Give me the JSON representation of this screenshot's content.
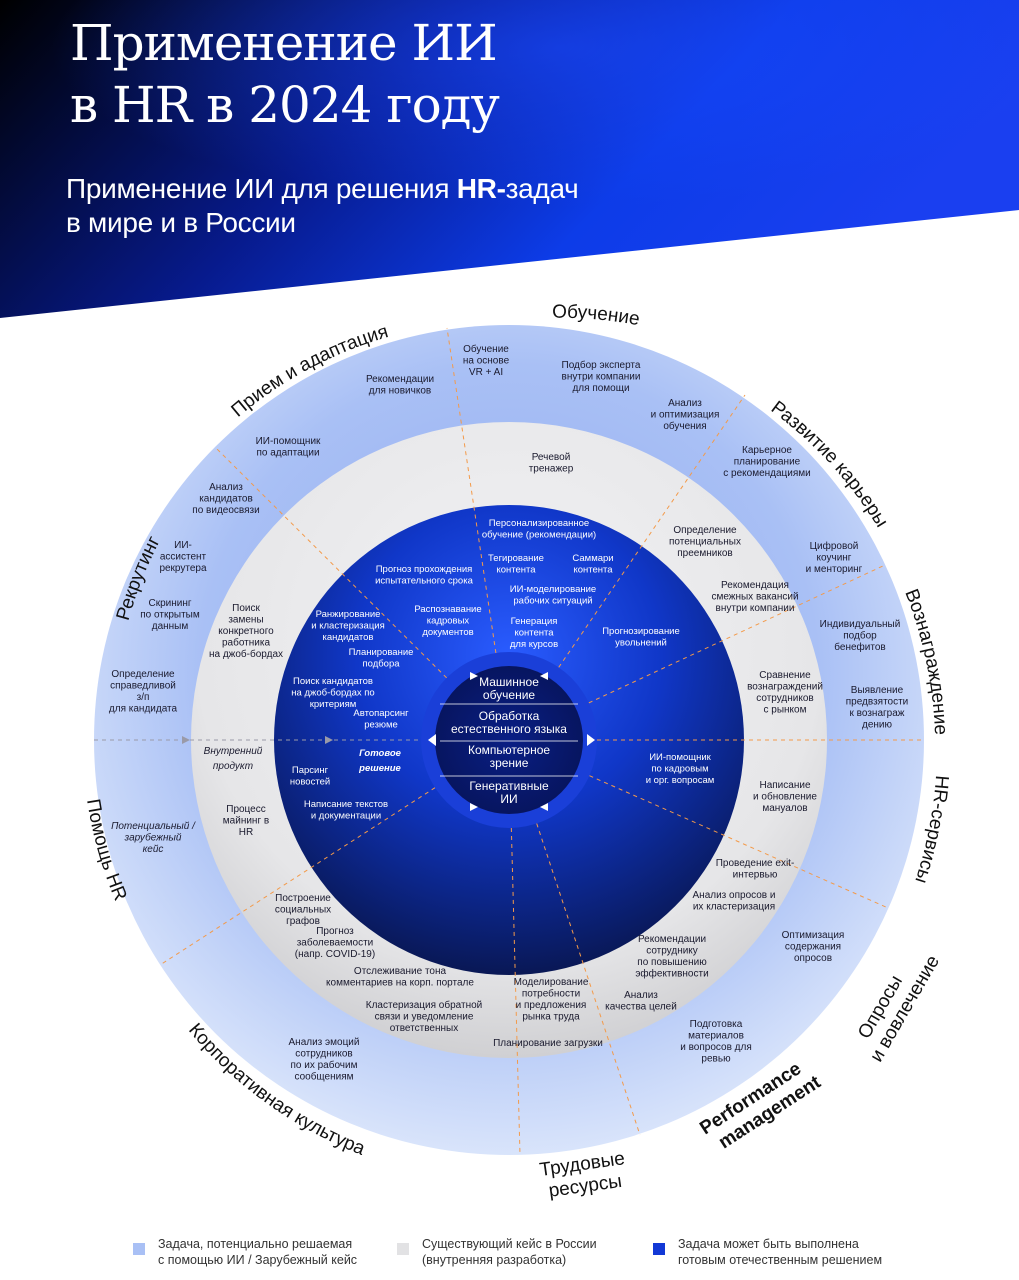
{
  "header": {
    "title_line1": "Применение ИИ",
    "title_line2": "в HR в 2024 году",
    "subtitle_line1_a": "Применение ИИ для решения ",
    "subtitle_line1_b": "HR-",
    "subtitle_line1_c": "задач",
    "subtitle_line2": "в мире и в России"
  },
  "colors": {
    "outer_ring": "#a9c0f5",
    "middle_ring": "#e6e6e8",
    "inner_disc": "#1037c8",
    "inner_disc_dark": "#0b1a5e",
    "core": "#0a1f85",
    "divider": "#f39a4a"
  },
  "categories": {
    "recruiting": "Рекрутинг",
    "onboarding": "Прием и адаптация",
    "learning": "Обучение",
    "career": "Развитие карьеры",
    "compensation": "Вознаграждение",
    "hr_services": "HR-сервисы",
    "surveys_1": "Опросы",
    "surveys_2": "и вовлечение",
    "performance_1": "Performance",
    "performance_2": "management",
    "workforce_1": "Трудовые",
    "workforce_2": "ресурсы",
    "culture": "Корпоративная культура",
    "hr_help": "Помощь HR"
  },
  "outer_items": {
    "o1": [
      "Обучение",
      "на основе",
      "VR + AI"
    ],
    "o2": [
      "Подбор эксперта",
      "внутри компании",
      "для помощи"
    ],
    "o3": [
      "Анализ",
      "и оптимизация",
      "обучения"
    ],
    "o4": [
      "Рекомендации",
      "для новичков"
    ],
    "o5": [
      "ИИ-помощник",
      "по адаптации"
    ],
    "o6": [
      "Анализ",
      "кандидатов",
      "по видеосвязи"
    ],
    "o7": [
      "ИИ-",
      "ассистент",
      "рекрутера"
    ],
    "o8": [
      "Скрининг",
      "по открытым",
      "данным"
    ],
    "o9": [
      "Определение",
      "справедливой",
      "з/п",
      "для кандидата"
    ],
    "o10": [
      "Карьерное",
      "планирование",
      "с рекомендациями"
    ],
    "o11": [
      "Цифровой",
      "коучинг",
      "и менторинг"
    ],
    "o12": [
      "Индивидуальный",
      "подбор",
      "бенефитов"
    ],
    "o13": [
      "Выявление",
      "предвзятости",
      "к вознаграж",
      "дению"
    ],
    "o14": [
      "Написание",
      "и обновление",
      "мануалов"
    ],
    "o15": [
      "Оптимизация",
      "содержания",
      "опросов"
    ],
    "o16": [
      "Подготовка",
      "материалов",
      "и вопросов для",
      "ревью"
    ],
    "o17": [
      "Анализ эмоций",
      "сотрудников",
      "по их рабочим",
      "сообщениям"
    ],
    "o18": [
      "Потенциальный /",
      "зарубежный",
      "кейс"
    ]
  },
  "middle_items": {
    "m1": [
      "Речевой",
      "тренажер"
    ],
    "m2": [
      "Определение",
      "потенциальных",
      "преемников"
    ],
    "m3": [
      "Рекомендация",
      "смежных вакансий",
      "внутри компании"
    ],
    "m4": [
      "Сравнение",
      "вознаграждений",
      "сотрудников",
      "с рынком"
    ],
    "m5": [
      "Поиск",
      "замены",
      "конкретного",
      "работника",
      "на джоб-бордах"
    ],
    "m6": [
      "Внутренний",
      "продукт"
    ],
    "m7": [
      "Процесс",
      "майнинг в",
      "HR"
    ],
    "m8": [
      "Проведение exit-",
      "интервью"
    ],
    "m9": [
      "Анализ опросов и",
      "их кластеризация"
    ],
    "m10": [
      "Построение",
      "социальных",
      "графов"
    ],
    "m11": [
      "Прогноз",
      "заболеваемости",
      "(напр. COVID-19)"
    ],
    "m12": [
      "Отслеживание  тона",
      "комментариев на корп. портале"
    ],
    "m13": [
      "Кластеризация обратной",
      "связи  и уведомление",
      "ответственных"
    ],
    "m14": [
      "Моделирование",
      "потребности",
      "и предложения",
      "рынка труда"
    ],
    "m15": [
      "Планирование загрузки"
    ],
    "m16": [
      "Рекомендации",
      "сотруднику",
      "по повышению",
      "эффективности"
    ],
    "m17": [
      "Анализ",
      "качества целей"
    ]
  },
  "inner_items": {
    "i1": [
      "Персонализированное",
      "обучение (рекомендации)"
    ],
    "i2": [
      "Тегирование",
      "контента"
    ],
    "i3": [
      "Саммари",
      "контента"
    ],
    "i4": [
      "ИИ-моделирование",
      "рабочих ситуаций"
    ],
    "i5": [
      "Генерация",
      "контента",
      "для курсов"
    ],
    "i6": [
      "Прогноз прохождения",
      "испытательного срока"
    ],
    "i7": [
      "Ранжирование",
      "и кластеризация",
      "кандидатов"
    ],
    "i8": [
      "Распознавание",
      "кадровых",
      "документов"
    ],
    "i9": [
      "Планирование",
      "подбора"
    ],
    "i10": [
      "Прогнозирование",
      "увольнений"
    ],
    "i11": [
      "Поиск кандидатов",
      "на джоб-бордах по",
      "критериям"
    ],
    "i12": [
      "Автопарсинг",
      "резюме"
    ],
    "i13": [
      "Готовое",
      "решение"
    ],
    "i14": [
      "Парсинг",
      "новостей"
    ],
    "i15": [
      "Написание текстов",
      "и документации"
    ],
    "i16": [
      "ИИ-помощник",
      "по кадровым",
      "и орг. вопросам"
    ]
  },
  "core": {
    "ml": [
      "Машинное",
      "обучение"
    ],
    "nlp": [
      "Обработка",
      "естественного языка"
    ],
    "cv": [
      "Компьютерное",
      "зрение"
    ],
    "gen": [
      "Генеративные",
      "ИИ"
    ]
  },
  "legend": [
    {
      "line1": "Задача, потенциально решаемая",
      "line2": "с помощью ИИ / Зарубежный кейс",
      "color": "#a9c0f5"
    },
    {
      "line1": "Существующий кейс в России",
      "line2": "(внутренняя разработка)",
      "color": "#e2e2e4"
    },
    {
      "line1": "Задача может быть выполнена",
      "line2": "готовым отечественным решением",
      "color": "#1238d6"
    }
  ]
}
